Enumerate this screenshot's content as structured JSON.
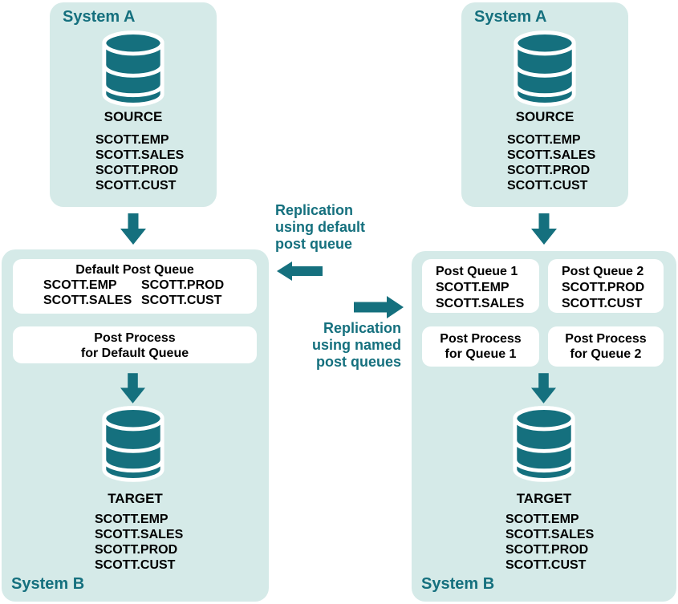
{
  "colors": {
    "teal": "#15707e",
    "panel_bg": "#d5eae8"
  },
  "left_flow": {
    "system_a": {
      "title": "System A",
      "db_label": "SOURCE",
      "tables": [
        "SCOTT.EMP",
        "SCOTT.SALES",
        "SCOTT.PROD",
        "SCOTT.CUST"
      ]
    },
    "system_b": {
      "title": "System B",
      "queue": {
        "title": "Default Post Queue",
        "cells": [
          "SCOTT.EMP",
          "SCOTT.PROD",
          "SCOTT.SALES",
          "SCOTT.CUST"
        ]
      },
      "process": {
        "lines": [
          "Post Process",
          "for Default Queue"
        ]
      },
      "db_label": "TARGET",
      "tables": [
        "SCOTT.EMP",
        "SCOTT.SALES",
        "SCOTT.PROD",
        "SCOTT.CUST"
      ]
    }
  },
  "middle": {
    "default_label": {
      "lines": [
        "Replication",
        "using default",
        "post queue"
      ]
    },
    "named_label": {
      "lines": [
        "Replication",
        "using named",
        "post queues"
      ]
    }
  },
  "right_flow": {
    "system_a": {
      "title": "System A",
      "db_label": "SOURCE",
      "tables": [
        "SCOTT.EMP",
        "SCOTT.SALES",
        "SCOTT.PROD",
        "SCOTT.CUST"
      ]
    },
    "system_b": {
      "title": "System B",
      "queues": [
        {
          "title": "Post Queue 1",
          "tables": [
            "SCOTT.EMP",
            "SCOTT.SALES"
          ]
        },
        {
          "title": "Post Queue 2",
          "tables": [
            "SCOTT.PROD",
            "SCOTT.CUST"
          ]
        }
      ],
      "processes": [
        {
          "lines": [
            "Post Process",
            "for Queue 1"
          ]
        },
        {
          "lines": [
            "Post Process",
            "for Queue 2"
          ]
        }
      ],
      "db_label": "TARGET",
      "tables": [
        "SCOTT.EMP",
        "SCOTT.SALES",
        "SCOTT.PROD",
        "SCOTT.CUST"
      ]
    }
  }
}
